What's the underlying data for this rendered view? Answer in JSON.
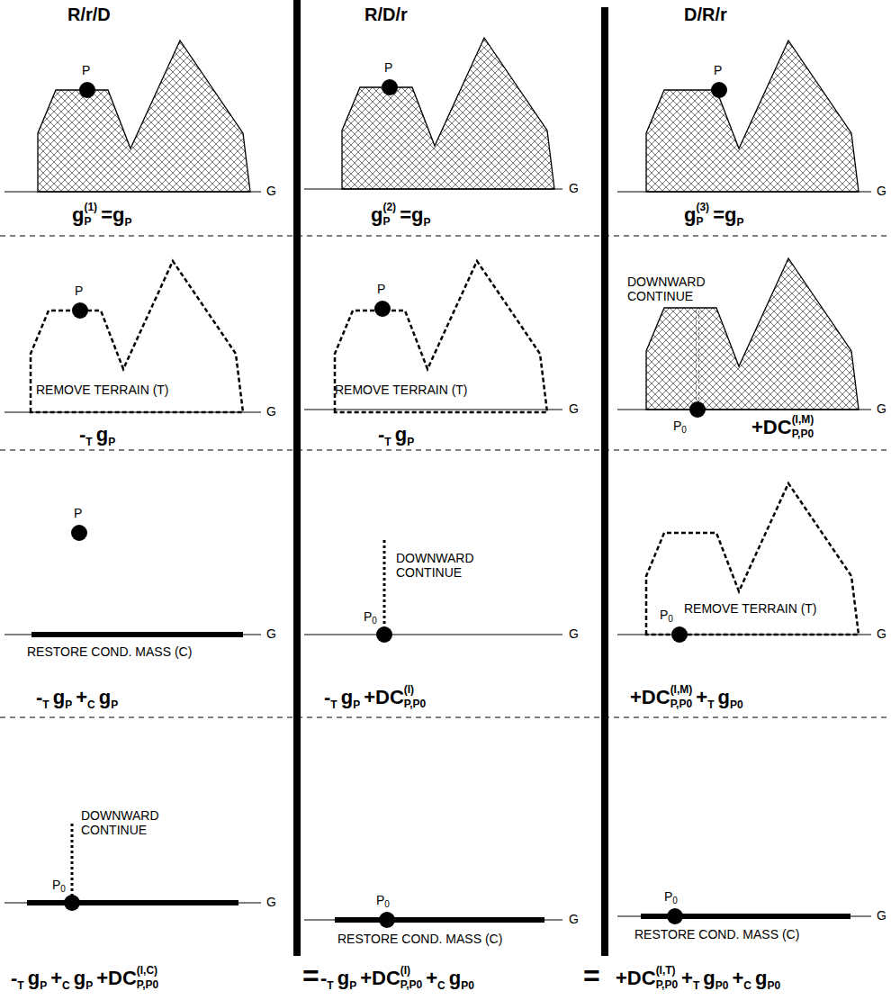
{
  "diagram": {
    "labels": [
      "R/r/D",
      "R/D/r",
      "D/R/r",
      "P",
      "G",
      "g",
      "(1)",
      "P",
      "=g",
      "P",
      "P",
      "REMOVE TERRAIN (T)",
      "G",
      "-",
      "T",
      "g",
      "P",
      "P",
      "RESTORE COND. MASS (C)",
      "G",
      "-",
      "T",
      "g",
      "P",
      "+",
      "C",
      "g",
      "P",
      "DOWNWARD CONTINUE",
      "P",
      "0",
      "G",
      "P",
      "G",
      "g",
      "(2)",
      "P",
      "=g",
      "P",
      "P",
      "REMOVE TERRAIN (T)",
      "G",
      "-",
      "T",
      "g",
      "P",
      "DOWNWARD CONTINUE",
      "P",
      "0",
      "G",
      "-",
      "T",
      "g",
      "P",
      "+DC",
      "(I)",
      "P,P0",
      "P",
      "0",
      "RESTORE COND. MASS (C)",
      "G",
      "P",
      "G",
      "g",
      "(3)",
      "P",
      "=g",
      "P",
      "DOWNWARD CONTINUE",
      "P",
      "0",
      "G",
      "+DC",
      "(I,M)",
      "P,P0",
      "REMOVE TERRAIN (T)",
      "P",
      "0",
      "G",
      "+DC",
      "(I,M)",
      "P,P0",
      "+",
      "T",
      "g",
      "P0",
      "P",
      "0",
      "RESTORE COND. MASS (C)",
      "G",
      "-",
      "T",
      "g",
      "P",
      "+",
      "C",
      "g",
      "P",
      "+DC",
      "(I,C)",
      "P,P0",
      "=",
      "-",
      "T",
      "g",
      "P",
      "+DC",
      "(I)",
      "P,P0",
      "+",
      "C",
      "g",
      "P0",
      "=",
      "+DC",
      "(I,T)",
      "P,P0",
      "+",
      "T",
      "g",
      "P0",
      "+",
      "C",
      "g",
      "P0"
    ]
  }
}
